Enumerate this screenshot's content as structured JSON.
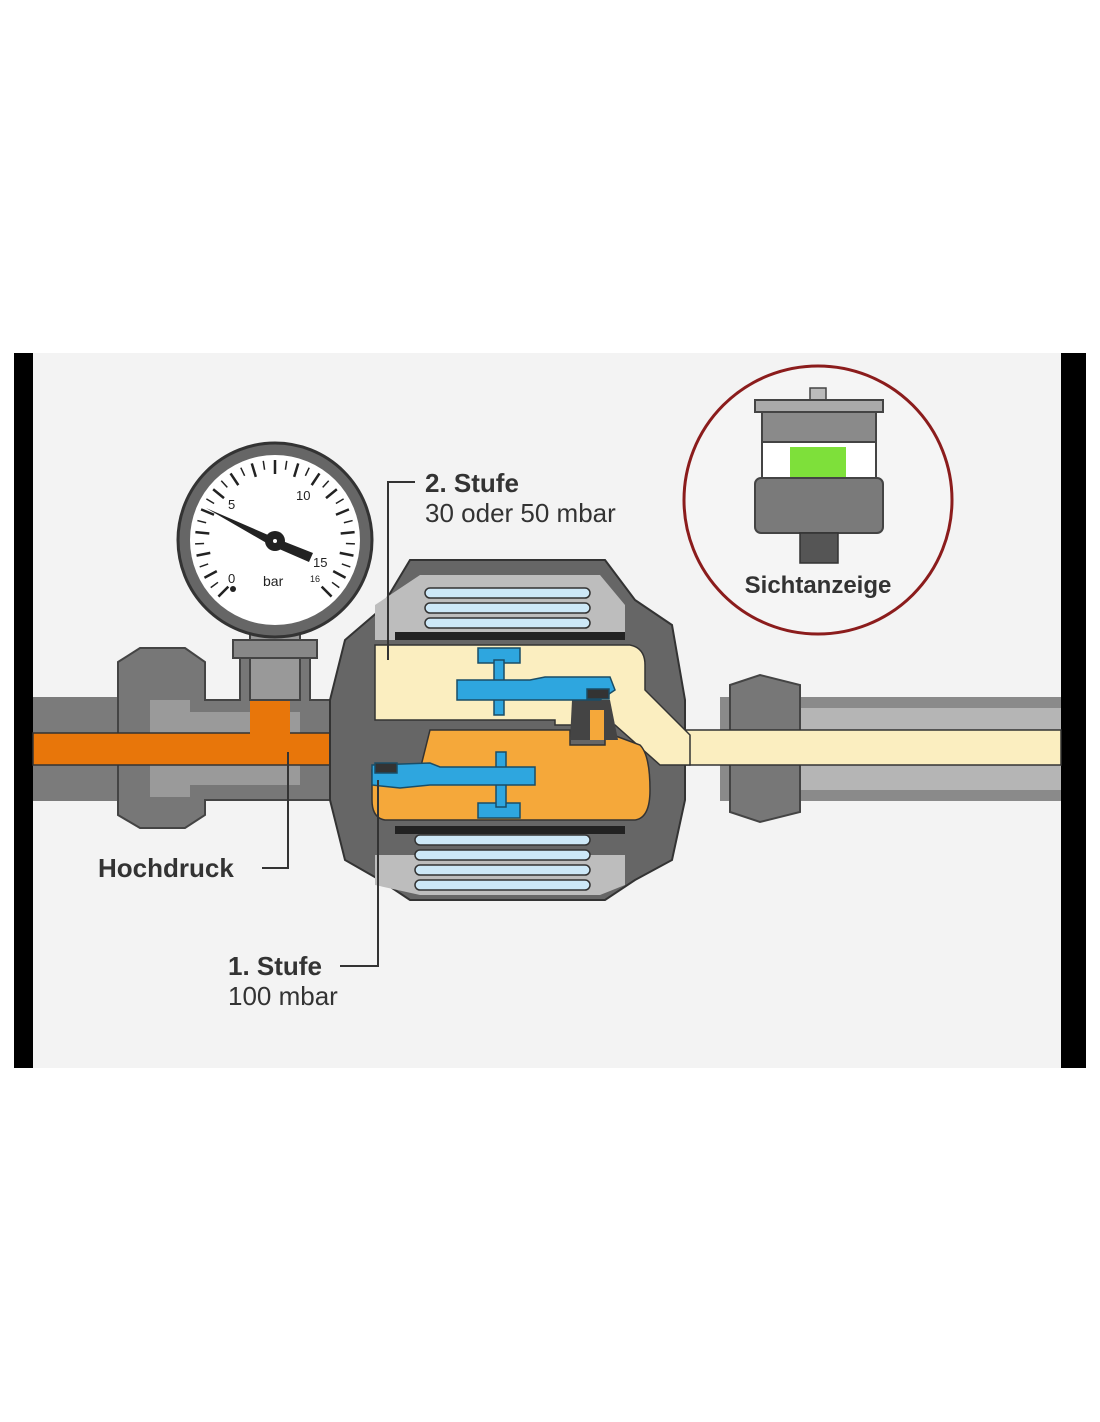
{
  "labels": {
    "stage2_title": "2. Stufe",
    "stage2_value": "30 oder 50 mbar",
    "high_pressure": "Hochdruck",
    "stage1_title": "1. Stufe",
    "stage1_value": "100 mbar",
    "indicator": "Sichtanzeige"
  },
  "gauge": {
    "unit": "bar",
    "scale_labels": [
      "0",
      "5",
      "10",
      "15",
      "16"
    ]
  },
  "colors": {
    "high_pressure": "#e8760a",
    "stage1": "#f5a83a",
    "stage2": "#fbeec0",
    "valve": "#2ea6df",
    "spring": "#cde8f7",
    "indicator_green": "#7ee03a",
    "inset_ring": "#8b1c1c"
  }
}
